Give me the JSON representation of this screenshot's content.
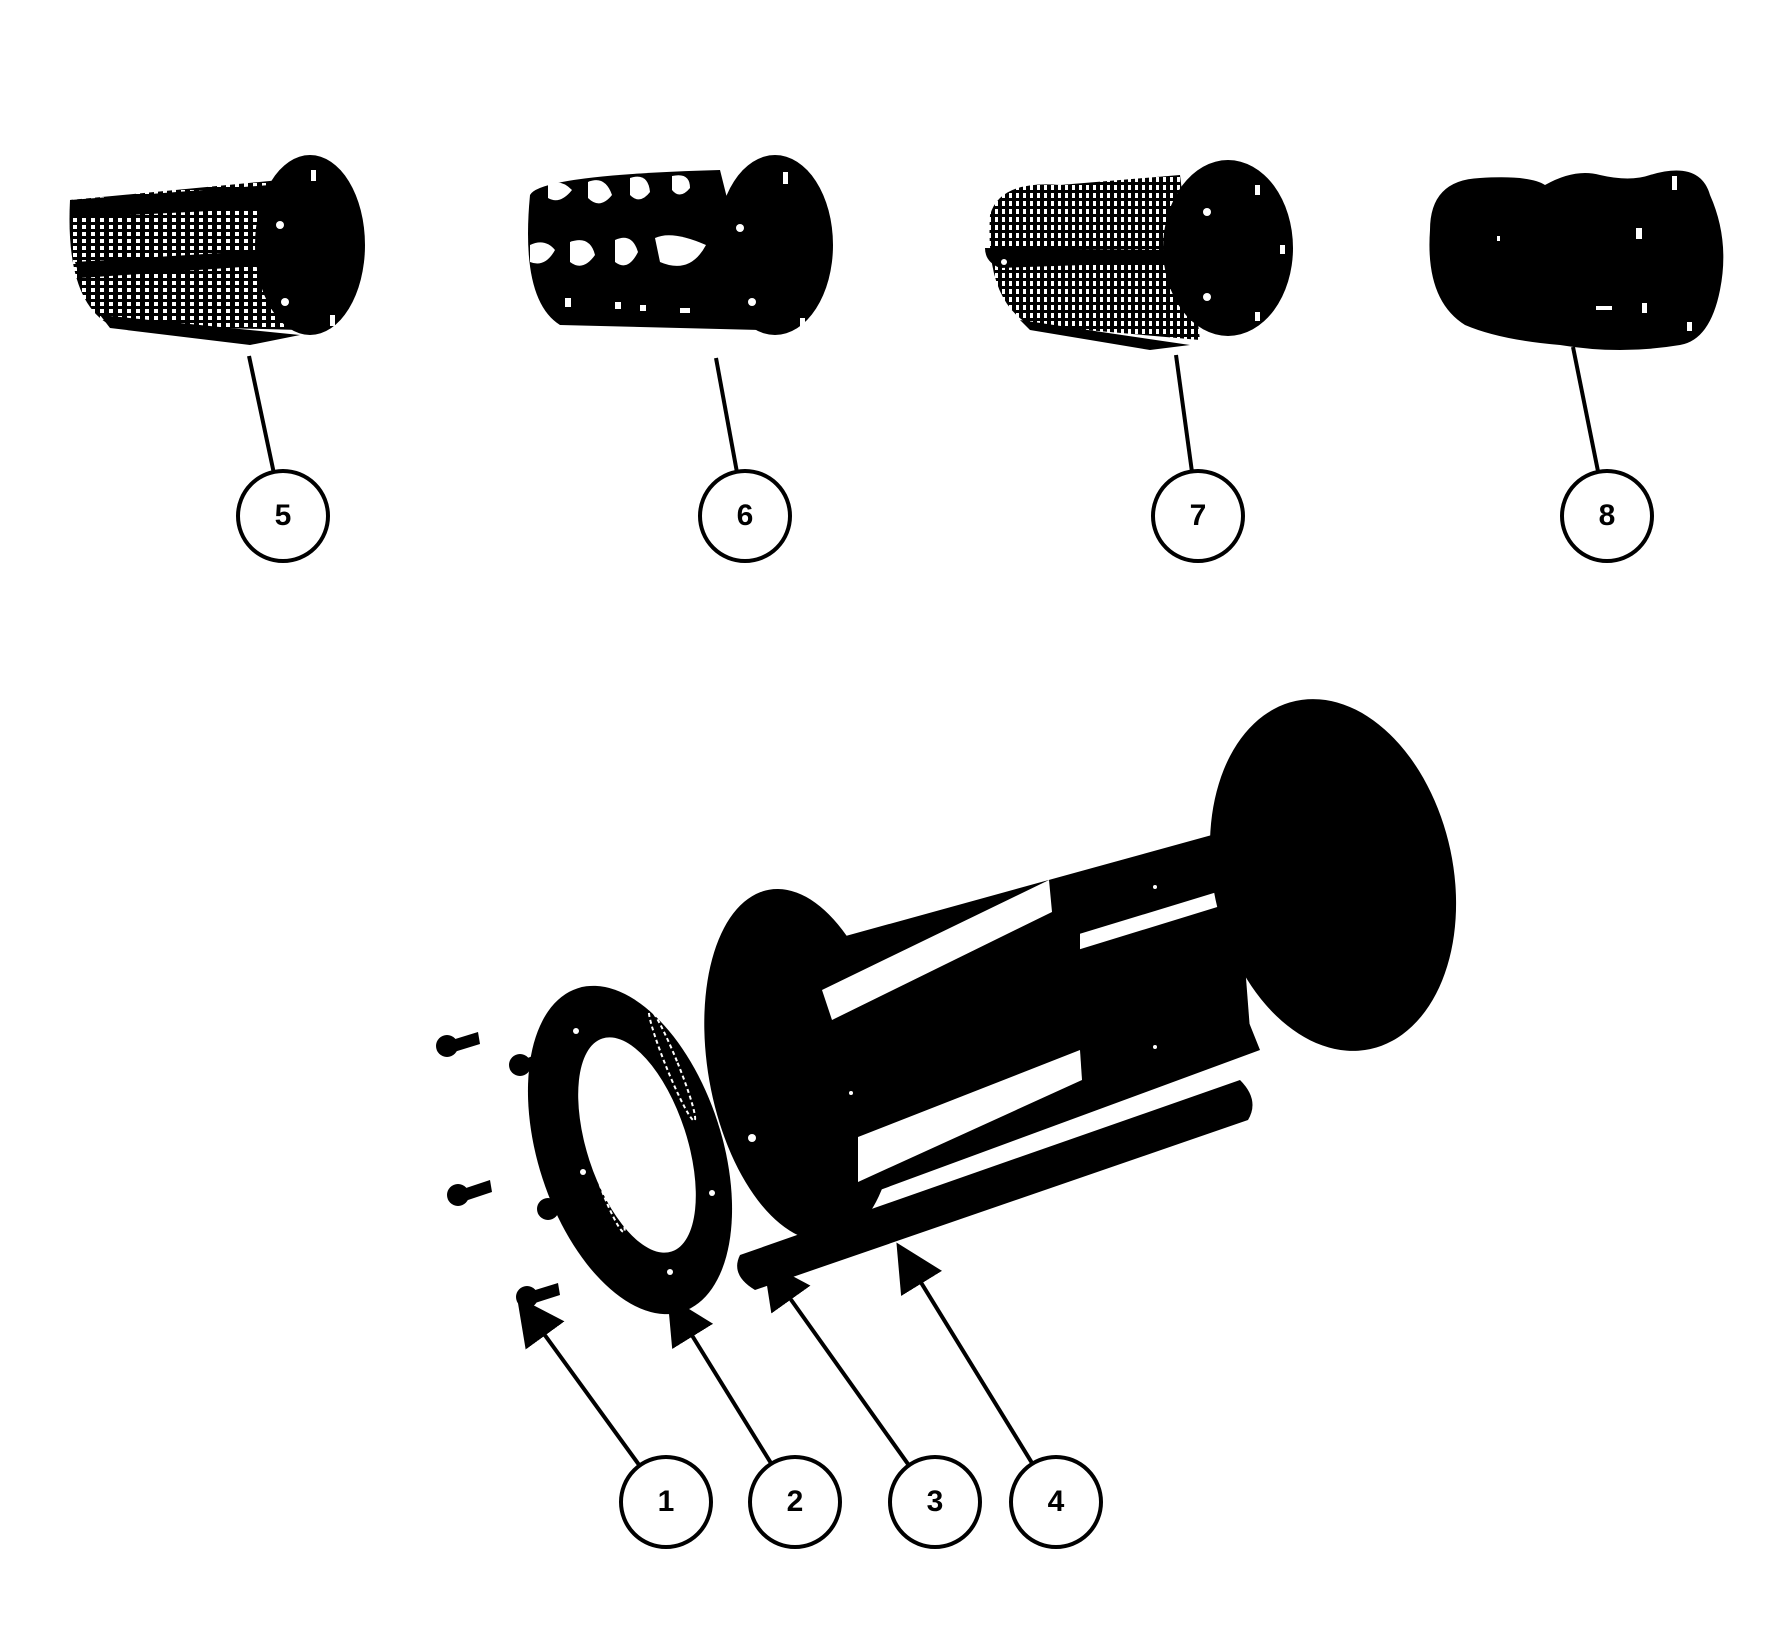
{
  "diagram": {
    "type": "exploded-parts-diagram",
    "colors": {
      "ink": "#000000",
      "paper": "#ffffff"
    },
    "callouts": [
      {
        "id": "1",
        "label": "1",
        "part": "screw",
        "circle": [
          666,
          1502
        ],
        "leader_to": [
          531,
          1316
        ],
        "arrow": true
      },
      {
        "id": "2",
        "label": "2",
        "part": "ring-flange",
        "circle": [
          795,
          1502
        ],
        "leader_to": [
          680,
          1316
        ],
        "arrow": true
      },
      {
        "id": "3",
        "label": "3",
        "part": "rod",
        "circle": [
          935,
          1502
        ],
        "leader_to": [
          777,
          1280
        ],
        "arrow": true
      },
      {
        "id": "4",
        "label": "4",
        "part": "cage-body",
        "circle": [
          1056,
          1502
        ],
        "leader_to": [
          909,
          1263
        ],
        "arrow": true
      },
      {
        "id": "5",
        "label": "5",
        "part": "cylinder-screen-a",
        "circle": [
          283,
          516
        ],
        "leader_to": [
          249,
          356
        ],
        "arrow": false
      },
      {
        "id": "6",
        "label": "6",
        "part": "cylinder-screen-b",
        "circle": [
          745,
          516
        ],
        "leader_to": [
          716,
          358
        ],
        "arrow": false
      },
      {
        "id": "7",
        "label": "7",
        "part": "cylinder-screen-c",
        "circle": [
          1198,
          516
        ],
        "leader_to": [
          1176,
          355
        ],
        "arrow": false
      },
      {
        "id": "8",
        "label": "8",
        "part": "cylinder-solid",
        "circle": [
          1607,
          516
        ],
        "leader_to": [
          1573,
          347
        ],
        "arrow": false
      }
    ]
  }
}
